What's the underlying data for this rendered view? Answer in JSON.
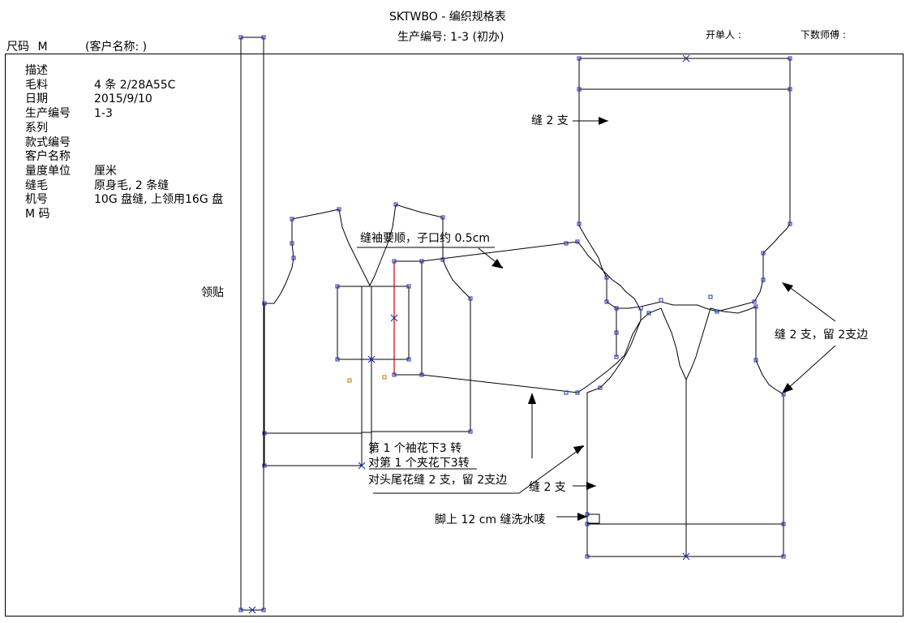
{
  "header": {
    "title": "SKTWBO - 编织规格表",
    "subtitle": "生产编号: 1-3 (初办)",
    "opener_label": "开单人 :",
    "master_label": "下数师傅 :",
    "size_label": "尺码",
    "size_value": "M",
    "client_label": "(客户名称: )"
  },
  "spec": {
    "rows": [
      {
        "label": "描述",
        "value": ""
      },
      {
        "label": "毛料",
        "value": "4 条 2/28A55C"
      },
      {
        "label": "日期",
        "value": "2015/9/10"
      },
      {
        "label": "生产编号",
        "value": "1-3"
      },
      {
        "label": "系列",
        "value": ""
      },
      {
        "label": "款式编号",
        "value": ""
      },
      {
        "label": "客户名称",
        "value": ""
      },
      {
        "label": "量度单位",
        "value": "厘米"
      },
      {
        "label": "缝毛",
        "value": "原身毛, 2 条缝"
      },
      {
        "label": "机号",
        "value": "10G 盘缝, 上领用16G 盘"
      },
      {
        "label": "M 码",
        "value": ""
      }
    ]
  },
  "annotations": {
    "collar_patch": "领贴",
    "sleeve_seam": "缝袖要顺，子口约 0.5cm",
    "seam_top": "缝 2 支",
    "seam_side": "缝 2 支，留 2支边",
    "sleeve_line1": "第 1 个袖花下3 转",
    "sleeve_line2": "对第 1 个夹花下3转",
    "sleeve_line3": "对头尾花缝 2 支，留 2支边",
    "seam_bottom": "缝 2 支",
    "hem_label": "脚上 12 cm 缝洗水唛"
  },
  "colors": {
    "outline": "#000000",
    "vertex": "#1f2fb8",
    "cross": "#1f2fb8",
    "red_line": "#d00000",
    "small_marker": "#c87000"
  }
}
